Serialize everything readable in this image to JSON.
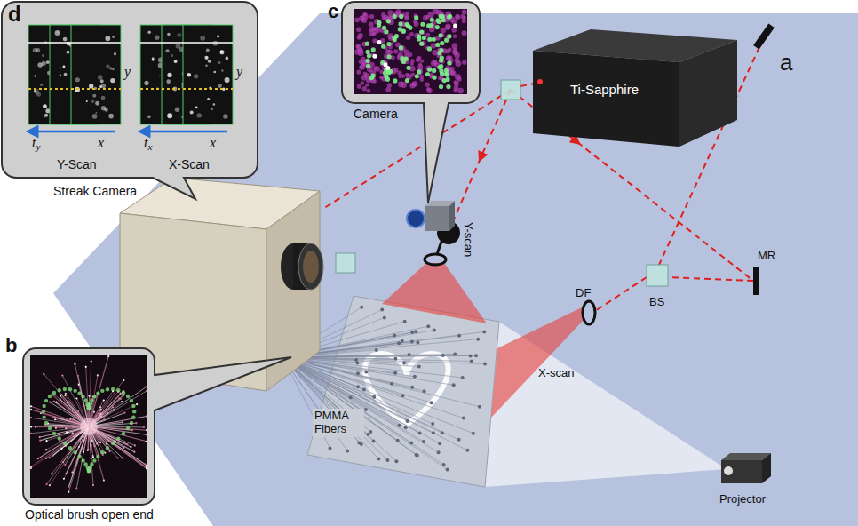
{
  "diagram": {
    "nodes": [
      {
        "text": [
          "d",
          "ty",
          "x",
          "y",
          "Y-Scan",
          "tx",
          "x",
          "y",
          "X-Scan"
        ]
      },
      {
        "text": [
          "c",
          "Camera"
        ]
      },
      {
        "text": [
          "Ti-Sapphire"
        ]
      },
      {
        "text": [
          "Streak Camera"
        ]
      },
      {
        "text": [
          "b",
          "Optical brush open end"
        ]
      }
    ],
    "labels": [
      "a",
      "Y-scan",
      "X-scan",
      "DF",
      "BS",
      "MR",
      "PMMA Fibers",
      "Projector"
    ]
  }
}
